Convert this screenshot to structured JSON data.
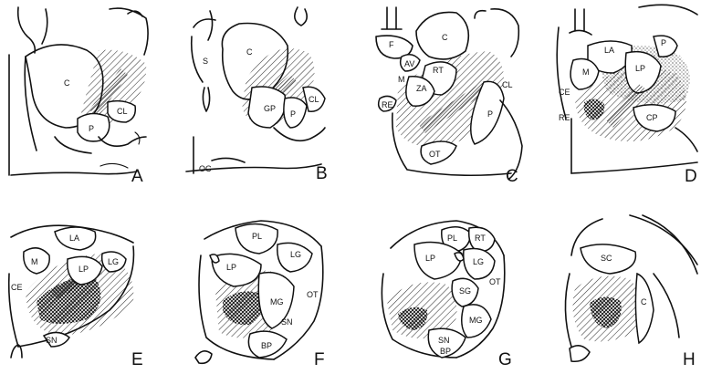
{
  "panels": [
    {
      "letter": "A",
      "labels": [
        "C",
        "P",
        "CL"
      ]
    },
    {
      "letter": "B",
      "labels": [
        "S",
        "C",
        "GP",
        "P",
        "CL",
        "OC"
      ]
    },
    {
      "letter": "C",
      "labels": [
        "F",
        "C",
        "AV",
        "RT",
        "M",
        "ZA",
        "RE",
        "CL",
        "P",
        "OT"
      ]
    },
    {
      "letter": "D",
      "labels": [
        "LA",
        "P",
        "M",
        "LP",
        "CE",
        "RE",
        "CP"
      ]
    },
    {
      "letter": "E",
      "labels": [
        "LA",
        "M",
        "LP",
        "LG",
        "CE",
        "SN"
      ]
    },
    {
      "letter": "F",
      "labels": [
        "PL",
        "LP",
        "LG",
        "MG",
        "OT",
        "BP",
        "SN"
      ]
    },
    {
      "letter": "G",
      "labels": [
        "PL",
        "RT",
        "LP",
        "LG",
        "SG",
        "OT",
        "MG",
        "SN",
        "BP"
      ]
    },
    {
      "letter": "H",
      "labels": [
        "SC",
        "C"
      ]
    }
  ],
  "colors": {
    "ink": "#111111",
    "background": "#ffffff"
  }
}
